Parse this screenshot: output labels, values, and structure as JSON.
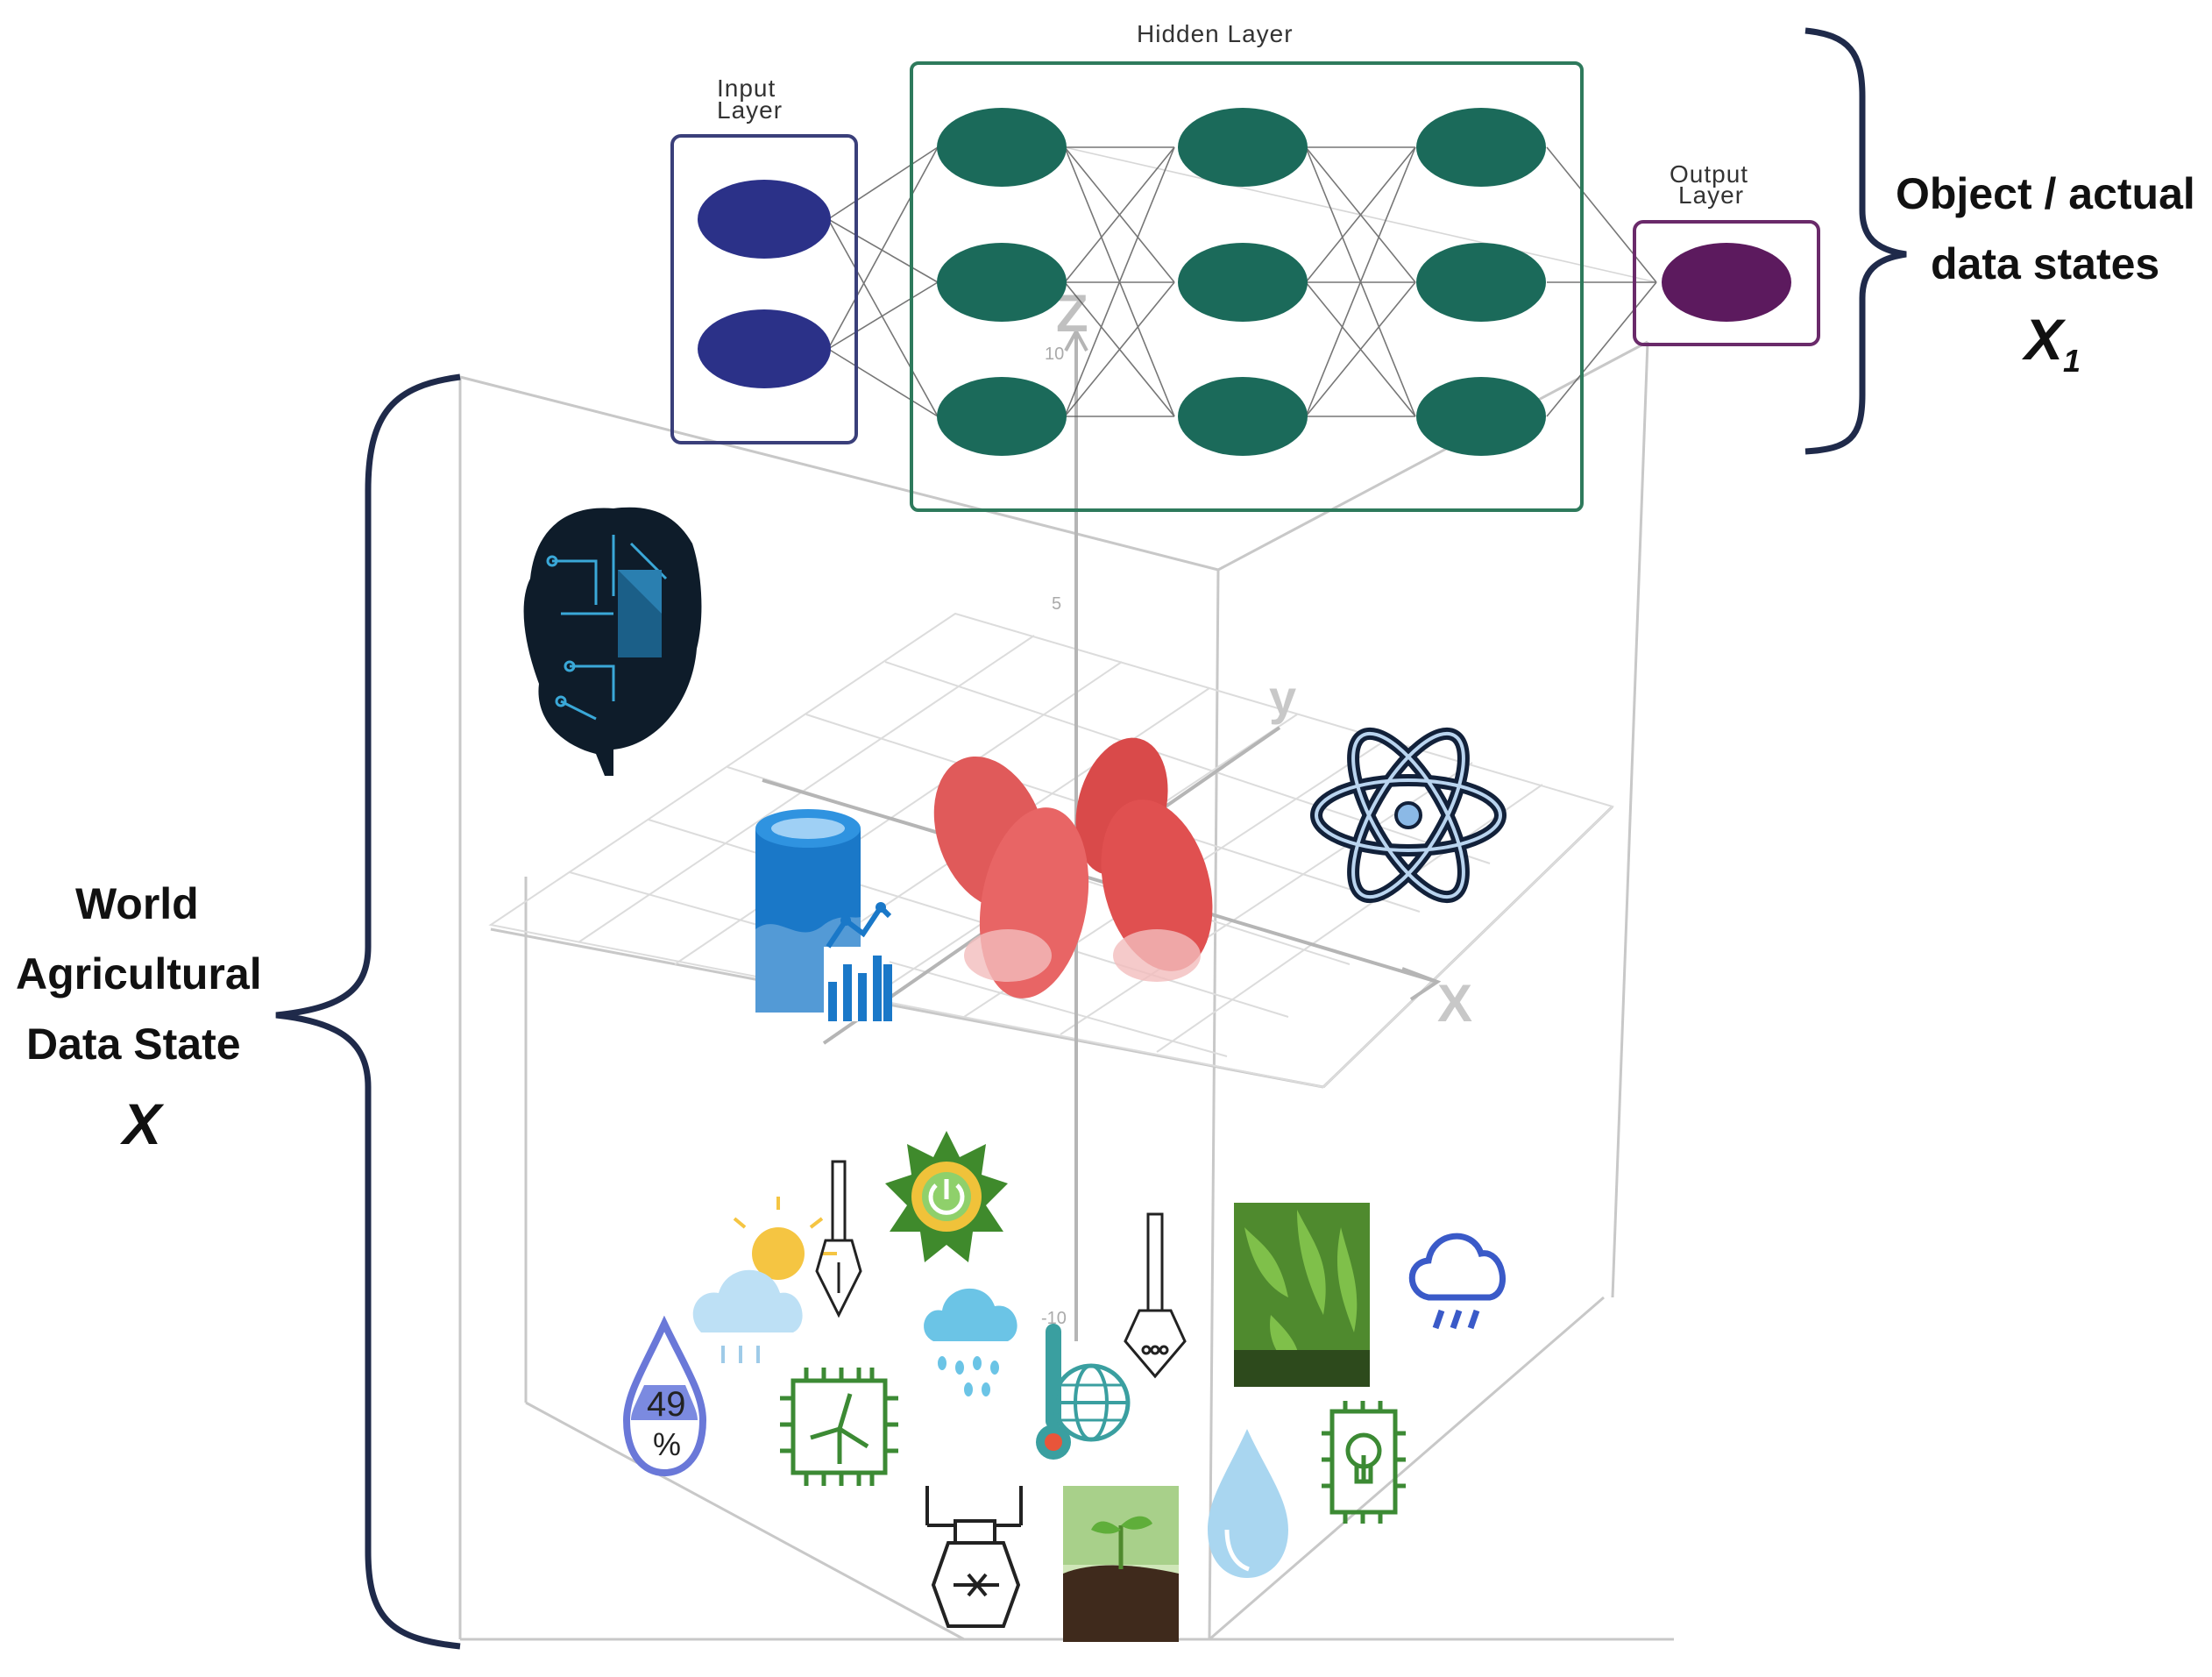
{
  "network": {
    "input_label_1": "Input",
    "input_label_2": "Layer",
    "hidden_label": "Hidden Layer",
    "output_label_1": "Output",
    "output_label_2": "Layer"
  },
  "left_label": {
    "line1": "World",
    "line2": "Agricultural",
    "line3": "Data State",
    "symbol": "X"
  },
  "right_label": {
    "line1": "Object / actual",
    "line2": "data states",
    "symbol": "X",
    "subscript": "1"
  },
  "axes": {
    "z": "Z",
    "y": "y",
    "x": "X",
    "tick_10": "10",
    "tick_5": "5",
    "tick_neg10": "-10"
  },
  "icons": {
    "humidity_value": "49",
    "humidity_unit": "%"
  },
  "colors": {
    "input_node": "#2b3188",
    "hidden_node": "#1b6a5a",
    "output_node": "#5c1a5e",
    "hidden_box": "#2e7a5c",
    "input_box": "#3a3f7a",
    "output_box": "#6a2a6a",
    "blob": "#e05a5a",
    "brace": "#1f2a4a"
  }
}
